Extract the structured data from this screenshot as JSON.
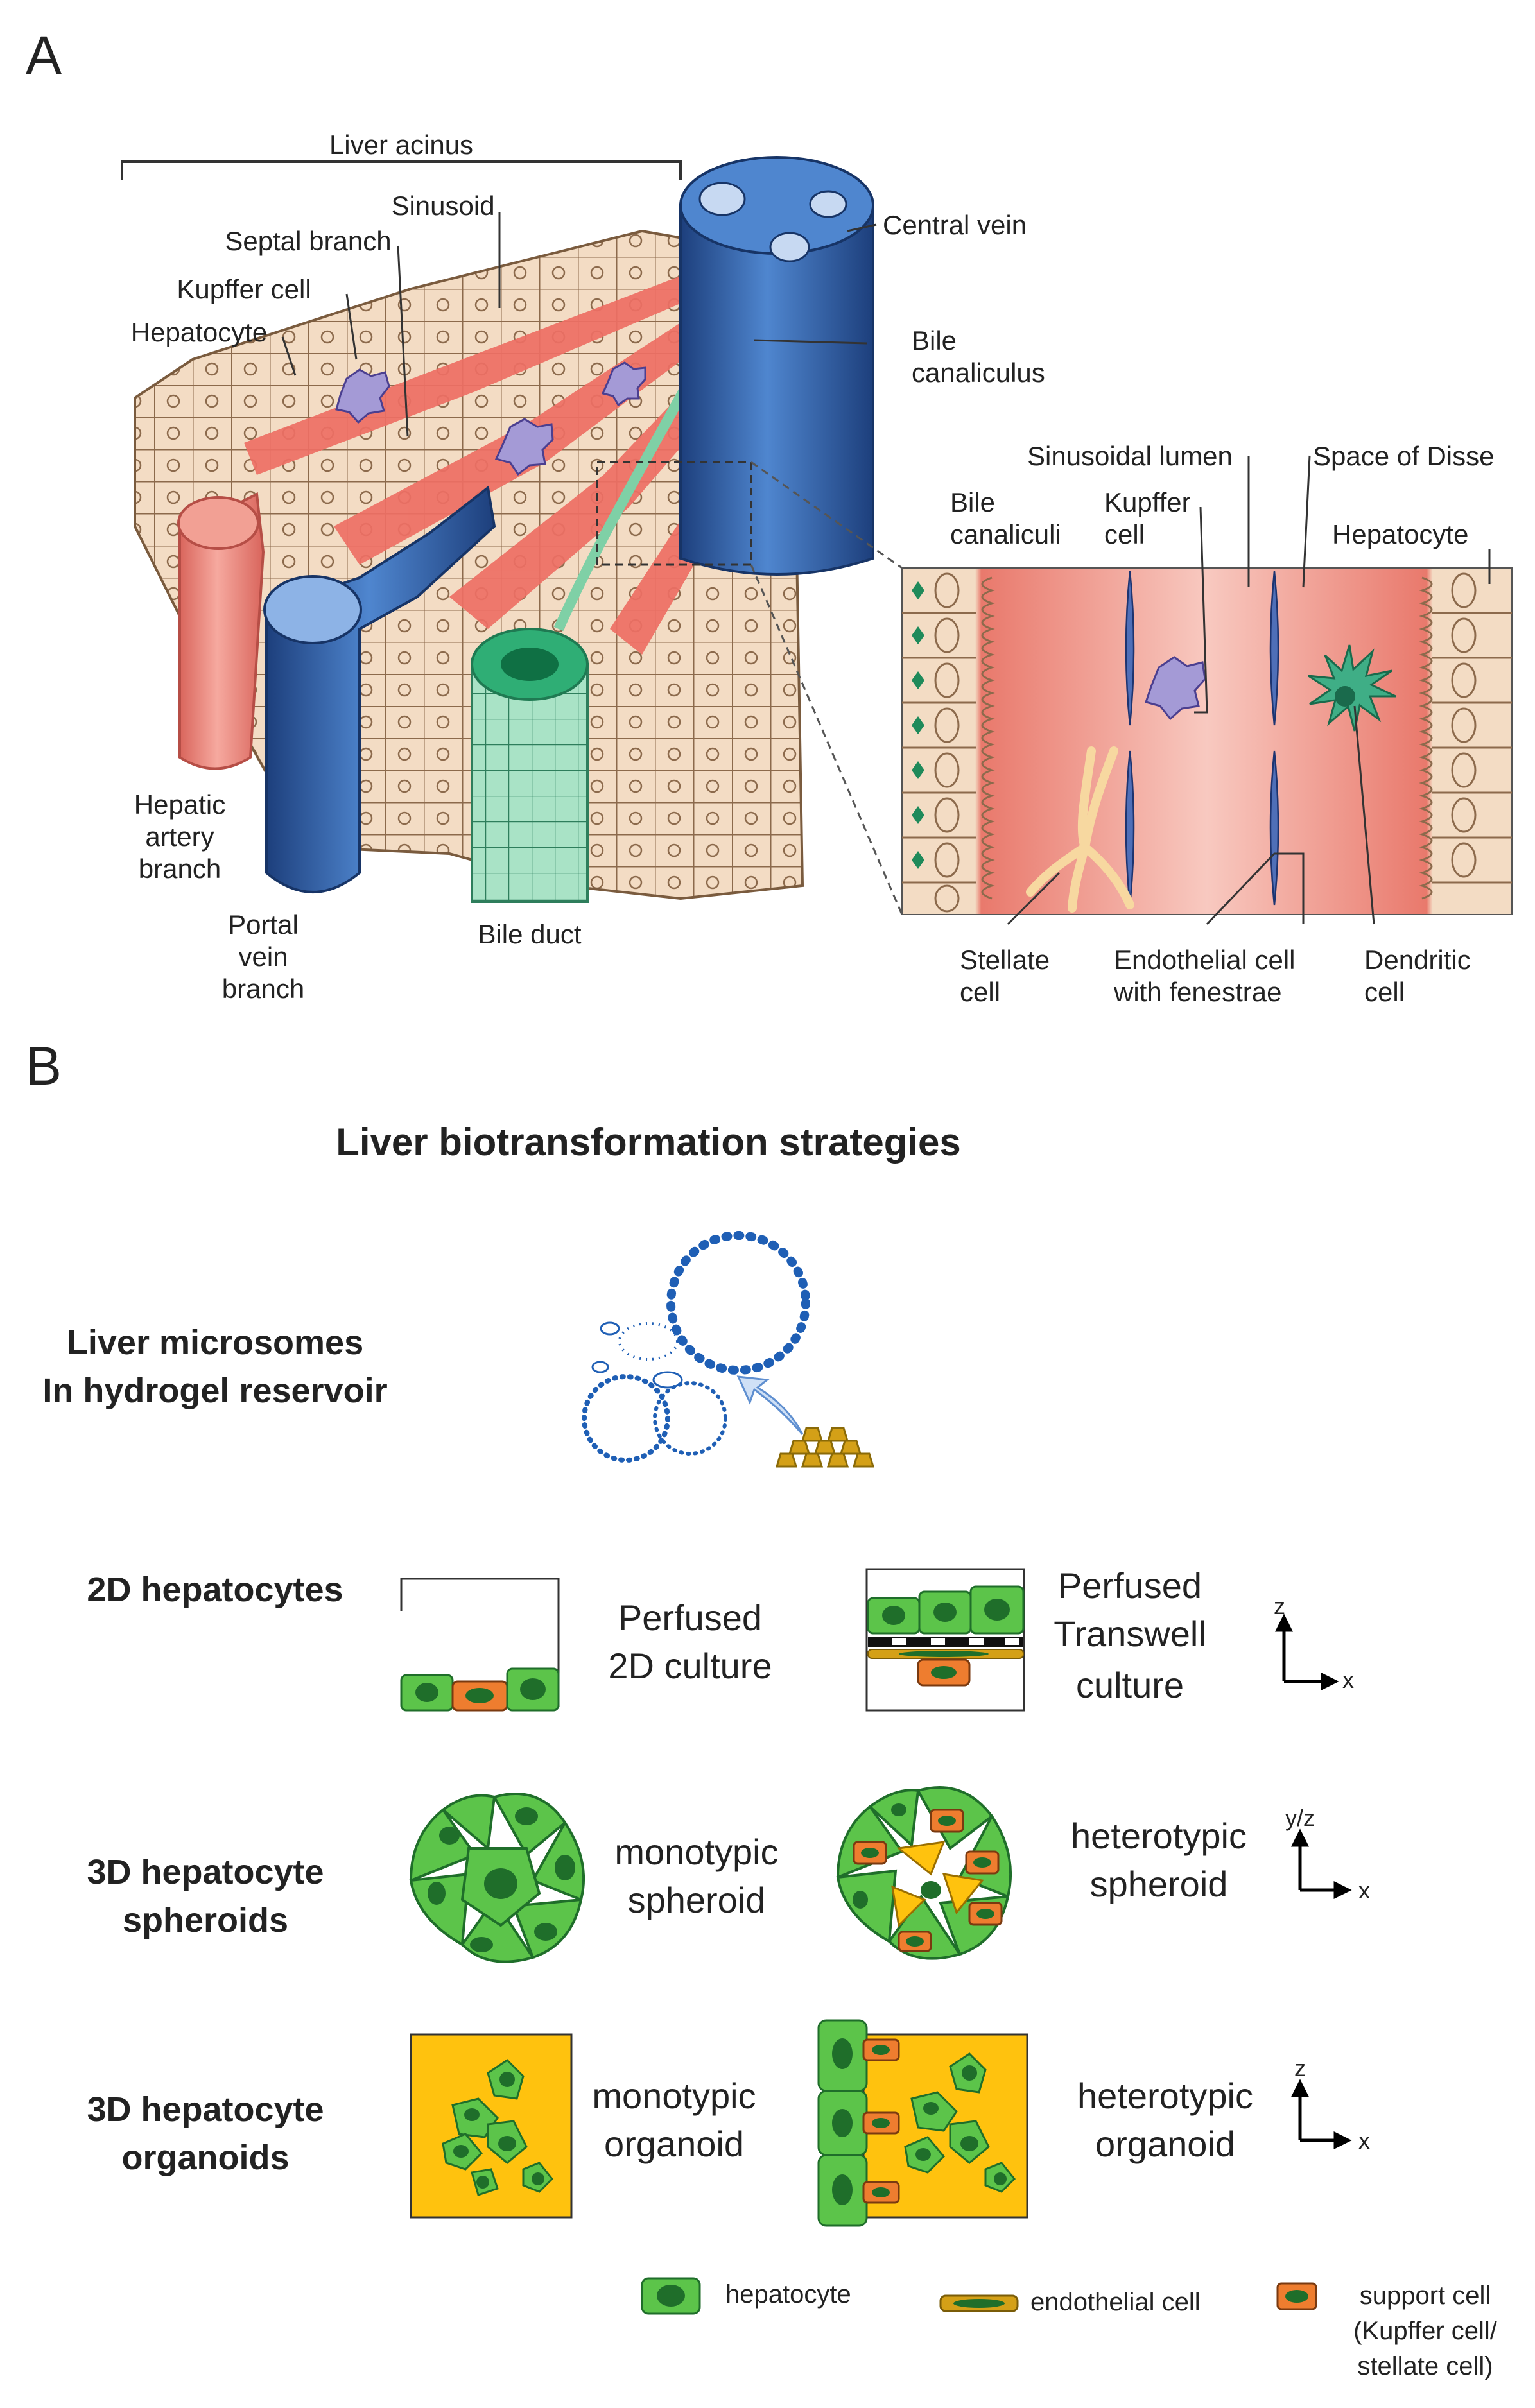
{
  "panel_a": {
    "panel_label": "A",
    "labels": {
      "liver_acinus": "Liver acinus",
      "sinusoid": "Sinusoid",
      "septal_branch": "Septal branch",
      "kupffer_cell": "Kupffer cell",
      "hepatocyte": "Hepatocyte",
      "central_vein": "Central vein",
      "bile_canaliculus_1": "Bile",
      "bile_canaliculus_2": "canaliculus",
      "hepatic_artery_1": "Hepatic",
      "hepatic_artery_2": "artery",
      "hepatic_artery_3": "branch",
      "portal_vein_1": "Portal",
      "portal_vein_2": "vein",
      "portal_vein_3": "branch",
      "bile_duct": "Bile duct"
    },
    "inset": {
      "sinusoidal_lumen": "Sinusoidal lumen",
      "space_of_disse": "Space of Disse",
      "bile_canaliculi_1": "Bile",
      "bile_canaliculi_2": "canaliculi",
      "kupffer_1": "Kupffer",
      "kupffer_2": "cell",
      "hepatocyte": "Hepatocyte",
      "stellate_1": "Stellate",
      "stellate_2": "cell",
      "endothelial_1": "Endothelial cell",
      "endothelial_2": "with fenestrae",
      "dendritic_1": "Dendritic",
      "dendritic_2": "cell"
    }
  },
  "panel_b": {
    "panel_label": "B",
    "title": "Liver biotransformation strategies",
    "rows": {
      "microsomes_1": "Liver microsomes",
      "microsomes_2": "In hydrogel reservoir",
      "hep2d": "2D hepatocytes",
      "spheroids_1": "3D hepatocyte",
      "spheroids_2": "spheroids",
      "organoids_1": "3D hepatocyte",
      "organoids_2": "organoids"
    },
    "captions": {
      "perfused_2d_1": "Perfused",
      "perfused_2d_2": "2D culture",
      "transwell_1": "Perfused",
      "transwell_2": "Transwell",
      "transwell_3": "culture",
      "mono_spheroid_1": "monotypic",
      "mono_spheroid_2": "spheroid",
      "hetero_spheroid_1": "heterotypic",
      "hetero_spheroid_2": "spheroid",
      "mono_organoid_1": "monotypic",
      "mono_organoid_2": "organoid",
      "hetero_organoid_1": "heterotypic",
      "hetero_organoid_2": "organoid"
    },
    "axes": {
      "row1_vertical": "z",
      "row1_horizontal": "x",
      "row2_vertical": "y/z",
      "row2_horizontal": "x",
      "row3_vertical": "z",
      "row3_horizontal": "x"
    },
    "legend": {
      "hepatocyte": "hepatocyte",
      "endothelial": "endothelial cell",
      "support_1": "support cell",
      "support_2": "(Kupffer cell/",
      "support_3": "stellate cell)"
    }
  },
  "colors": {
    "hepatocyte_fill": "#5cc44a",
    "hepatocyte_nucleus": "#1f6e2a",
    "support_cell": "#ee7d2f",
    "hydrogel": "#ffc20e",
    "microsome_blue": "#1f5fb5",
    "vein_blue": "#2f63ad",
    "artery_red": "#e8867c",
    "tissue_beige": "#f3dcc4",
    "sinusoid_red": "#ee6f64",
    "bile_duct_green": "#8fd6b4"
  }
}
